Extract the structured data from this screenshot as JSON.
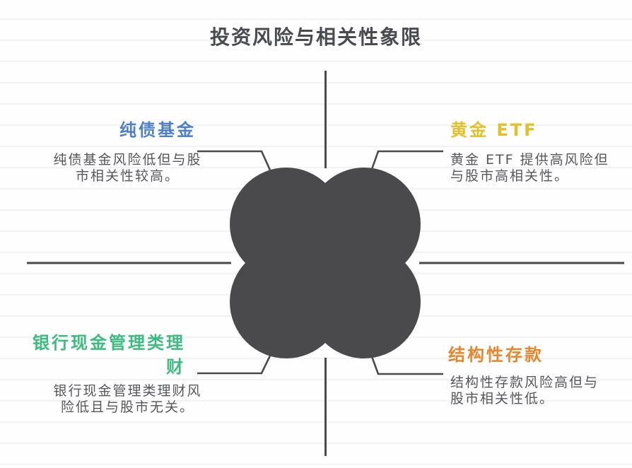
{
  "title": "投资风险与相关性象限",
  "colors": {
    "axis_and_shape": "#4a4a4c",
    "title_text": "#4a4b4e",
    "description_text": "#56575a",
    "ruled_line": "#f2f2f4",
    "page_background": "#fefefe",
    "blue": "#4e7fc9",
    "yellow": "#e3c02a",
    "green": "#3cbc80",
    "orange": "#e6872b"
  },
  "center_shape": {
    "name": "four-circle-cluster",
    "fill": "#4a4a4c"
  },
  "quadrants": [
    {
      "position": "top-left",
      "label": "纯债基金",
      "label_color": "#4e7fc9",
      "description": "纯债基金风险低但与股市相关性较高。"
    },
    {
      "position": "top-right",
      "label": "黄金 ETF",
      "label_color": "#e3c02a",
      "description": "黄金 ETF 提供高风险但与股市高相关性。"
    },
    {
      "position": "bottom-left",
      "label": "银行现金管理类理财",
      "label_color": "#3cbc80",
      "description": "银行现金管理类理财风险低且与股市无关。"
    },
    {
      "position": "bottom-right",
      "label": "结构性存款",
      "label_color": "#e6872b",
      "description": "结构性存款风险高但与股市相关性低。"
    }
  ]
}
